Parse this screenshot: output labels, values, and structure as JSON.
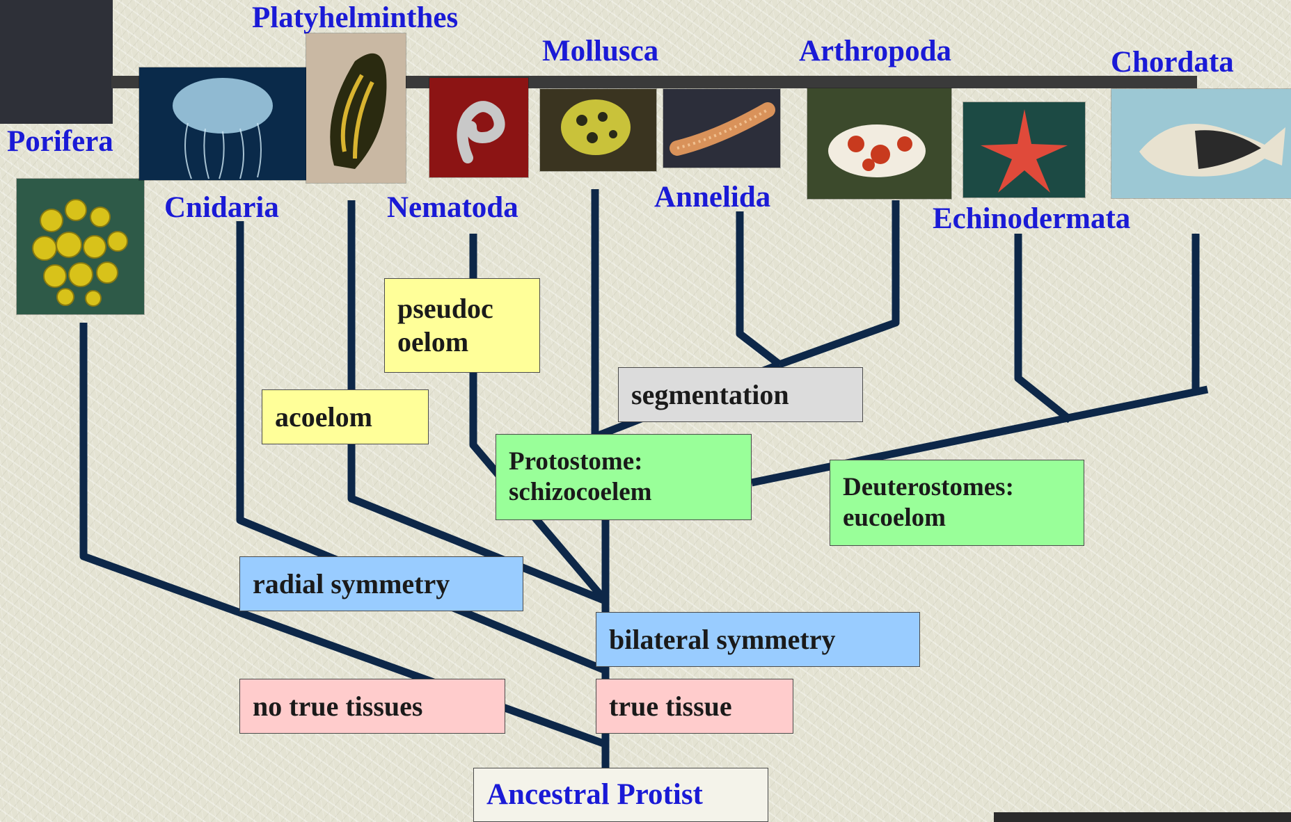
{
  "phyla": {
    "porifera": "Porifera",
    "cnidaria": "Cnidaria",
    "platyhelminthes": "Platyhelminthes",
    "nematoda": "Nematoda",
    "mollusca": "Mollusca",
    "annelida": "Annelida",
    "arthropoda": "Arthropoda",
    "echinodermata": "Echinodermata",
    "chordata": "Chordata"
  },
  "traits": {
    "pseudocoelom": "pseudoc\noelom",
    "acoelom": "acoelom",
    "segmentation": "segmentation",
    "protostome": "Protostome:\nschizocoelem",
    "deuterostome": "Deuterostomes:\neucoelom",
    "radial": "radial symmetry",
    "bilateral": "bilateral symmetry",
    "no_true_tissues": "no true tissues",
    "true_tissue": "true tissue",
    "root": "Ancestral Protist"
  },
  "colors": {
    "label_blue": "#1a1ad6",
    "branch": "#0d2748",
    "yellow_box": "#ffff99",
    "green_box": "#99ff99",
    "blue_box": "#99ccff",
    "pink_box": "#ffcccc",
    "grey_box": "#dcdcdc"
  },
  "icons": {
    "porifera": "sponge-photo",
    "cnidaria": "jellyfish-photo",
    "platyhelminthes": "flatworm-photo",
    "nematoda": "roundworm-photo",
    "mollusca": "octopus-photo",
    "annelida": "bristleworm-photo",
    "arthropoda": "shrimp-photo",
    "echinodermata": "starfish-photo",
    "chordata": "triggerfish-photo"
  }
}
